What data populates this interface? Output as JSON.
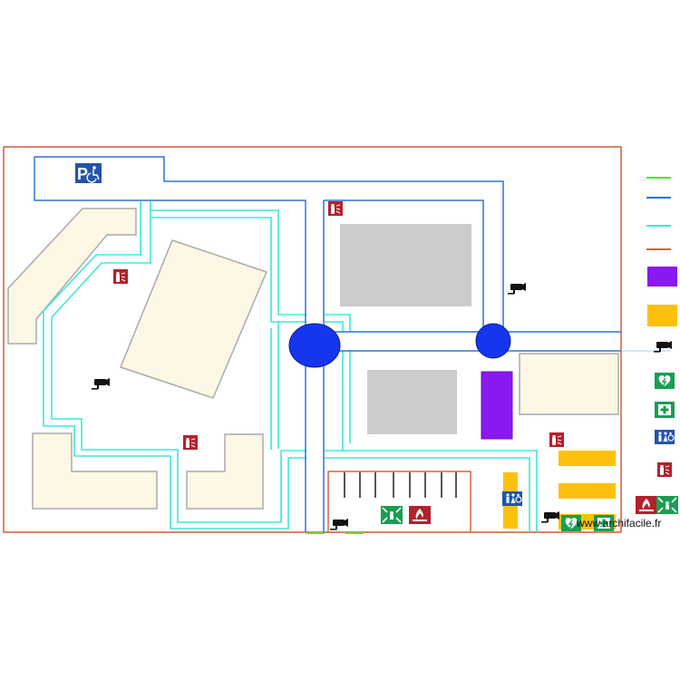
{
  "watermark": "www.archifacile.fr",
  "colors": {
    "site_border": "#d9643f",
    "road": "#2f72d8",
    "walkway": "#3be8d8",
    "green_line": "#55e03a",
    "building_fill": "#fdf7e6",
    "building_stroke": "#aaaaaa",
    "gray_block": "#cccccc",
    "purple": "#8a18f0",
    "yellow": "#fcc10c",
    "roundabout": "#1535ee",
    "fire_red": "#b3222c",
    "safety_green": "#1a9e52",
    "info_blue": "#2354a8",
    "camera": "#111111"
  },
  "icons": {
    "parking": "accessible-parking-icon",
    "extinguisher": "fire-extinguisher-icon",
    "camera": "security-camera-icon",
    "defibrillator": "defibrillator-icon",
    "first_aid": "first-aid-icon",
    "toilets": "toilets-icon",
    "assembly": "assembly-point-icon",
    "fire_hazard": "fire-hazard-icon"
  },
  "legend": [
    {
      "symbol": "line",
      "color": "#55e03a"
    },
    {
      "symbol": "line",
      "color": "#2f72d8"
    },
    {
      "symbol": "line",
      "color": "#3be8d8"
    },
    {
      "symbol": "line",
      "color": "#d9643f"
    },
    {
      "symbol": "purple-rect"
    },
    {
      "symbol": "yellow-rect"
    },
    {
      "symbol": "camera"
    },
    {
      "symbol": "defibrillator"
    },
    {
      "symbol": "first-aid"
    },
    {
      "symbol": "toilets"
    },
    {
      "symbol": "extinguisher"
    },
    {
      "symbol": "fire-hazard-and-assembly"
    }
  ]
}
